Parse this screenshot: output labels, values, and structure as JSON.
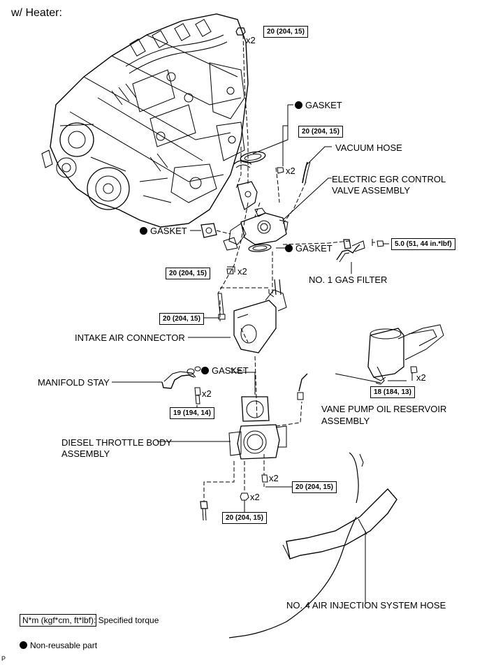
{
  "title": "w/ Heater:",
  "labels": {
    "gasket_top": "GASKET",
    "vacuum_hose": "VACUUM HOSE",
    "egr_valve": "ELECTRIC EGR CONTROL VALVE ASSEMBLY",
    "egr_valve_line1": "ELECTRIC EGR CONTROL",
    "egr_valve_line2": "VALVE ASSEMBLY",
    "gasket_left": "GASKET",
    "gasket_mid": "GASKET",
    "gas_filter": "NO. 1 GAS FILTER",
    "intake_connector": "INTAKE AIR CONNECTOR",
    "manifold_stay": "MANIFOLD STAY",
    "gasket_throttle": "GASKET",
    "throttle_line1": "DIESEL THROTTLE BODY",
    "throttle_line2": "ASSEMBLY",
    "vane_line1": "VANE PUMP OIL RESERVOIR",
    "vane_line2": "ASSEMBLY",
    "air_hose": "NO. 4 AIR INJECTION SYSTEM HOSE"
  },
  "torques": {
    "t1": "20 (204, 15)",
    "t2": "20 (204, 15)",
    "t3": "5.0 (51, 44 in.*lbf)",
    "t4": "20 (204, 15)",
    "t5": "20 (204, 15)",
    "t6": "19 (194, 14)",
    "t7": "18 (184, 13)",
    "t8": "20 (204, 15)",
    "t9": "20 (204, 15)"
  },
  "multipliers": {
    "m1": "x2",
    "m2": "x2",
    "m3": "x2",
    "m4": "x2",
    "m5": "x2",
    "m6": "x2",
    "m7": "x2"
  },
  "legend": {
    "unit_box": "N*m (kgf*cm, ft*lbf)",
    "unit_text": ": Specified torque",
    "nonreusable": "Non-reusable part"
  },
  "corner_mark": "P"
}
